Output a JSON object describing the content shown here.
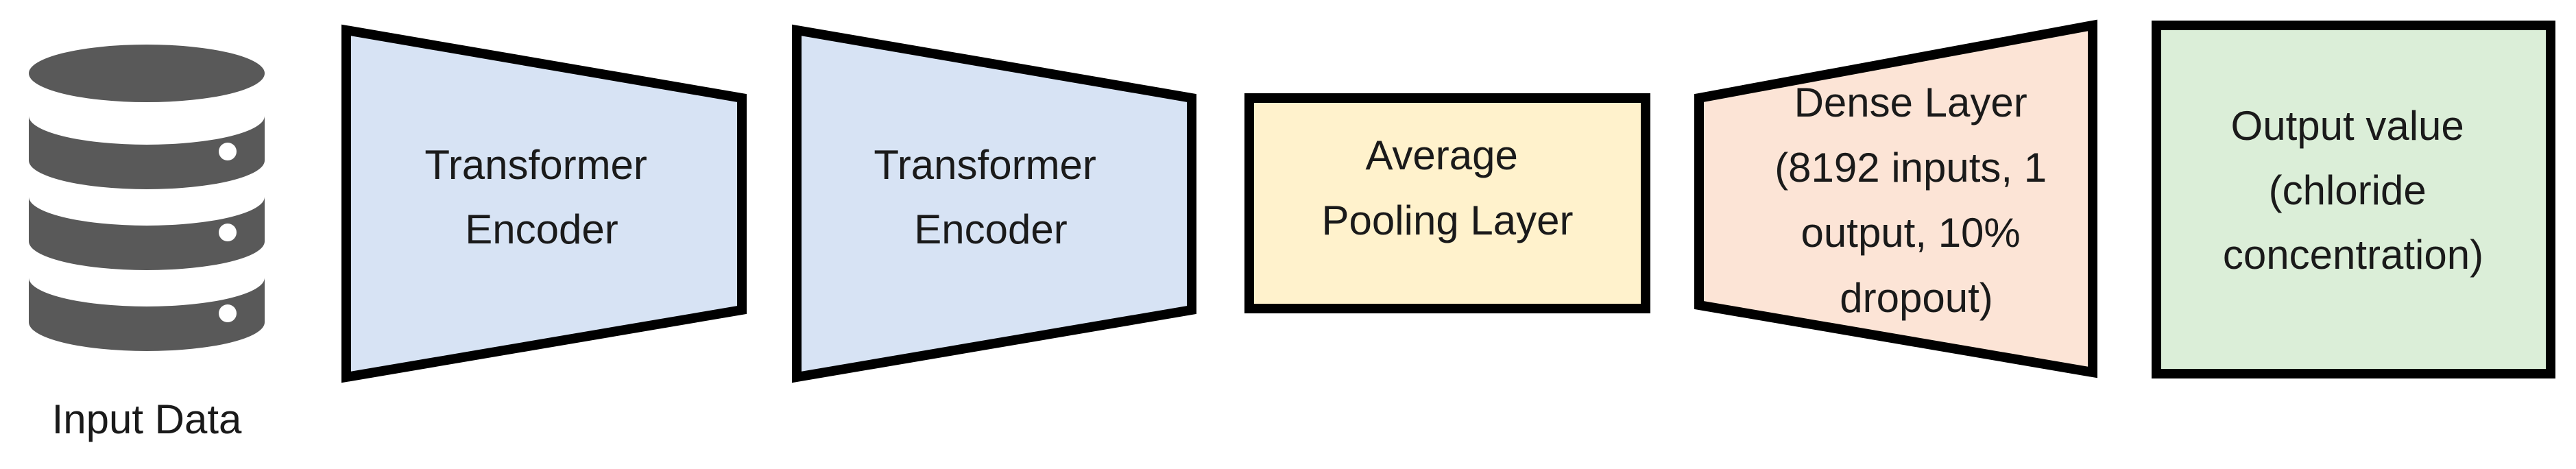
{
  "colors": {
    "encoder_fill": "#d7e3f4",
    "pooling_fill": "#fff2cc",
    "dense_fill": "#fce4d6",
    "output_fill": "#dbeed8",
    "database_icon": "#595959",
    "stroke": "#000000"
  },
  "input": {
    "icon": "database-icon",
    "label": "Input Data"
  },
  "encoder_1": {
    "lines": [
      "Transformer",
      "Encoder"
    ]
  },
  "encoder_2": {
    "lines": [
      "Transformer",
      "Encoder"
    ]
  },
  "pooling": {
    "lines": [
      "Average",
      "Pooling Layer"
    ]
  },
  "dense": {
    "lines": [
      "Dense Layer",
      "(8192 inputs, 1",
      "output, 10%",
      "dropout)"
    ]
  },
  "output": {
    "lines": [
      "Output value",
      "(chloride",
      "concentration)"
    ]
  }
}
